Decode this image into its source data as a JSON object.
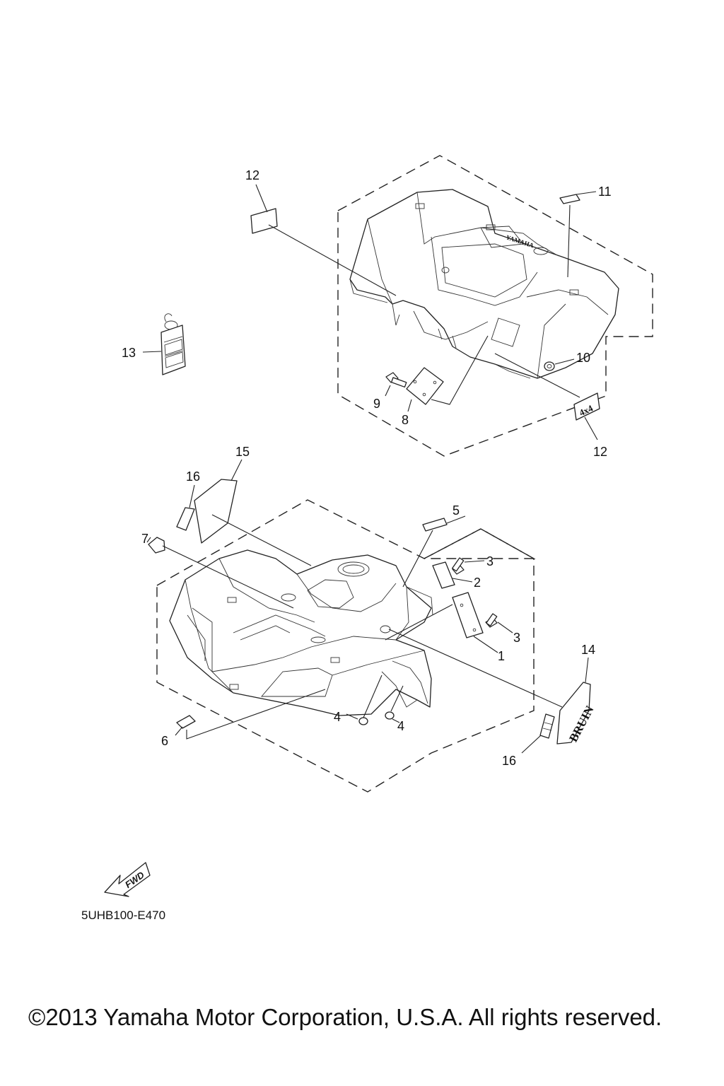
{
  "callouts": {
    "c1": "1",
    "c2": "2",
    "c3a": "3",
    "c3b": "3",
    "c4a": "4",
    "c4b": "4",
    "c5": "5",
    "c6": "6",
    "c7": "7",
    "c8": "8",
    "c9": "9",
    "c10": "10",
    "c11": "11",
    "c12a": "12",
    "c12b": "12",
    "c13": "13",
    "c14": "14",
    "c15": "15",
    "c16a": "16",
    "c16b": "16"
  },
  "decals": {
    "four_by_four": "4x4",
    "bruin": "BRUIN",
    "yamaha": "YAMAHA"
  },
  "forward_arrow_label": "FWD",
  "diagram_code": "5UHB100-E470",
  "copyright": "©2013 Yamaha Motor Corporation, U.S.A. All rights reserved."
}
